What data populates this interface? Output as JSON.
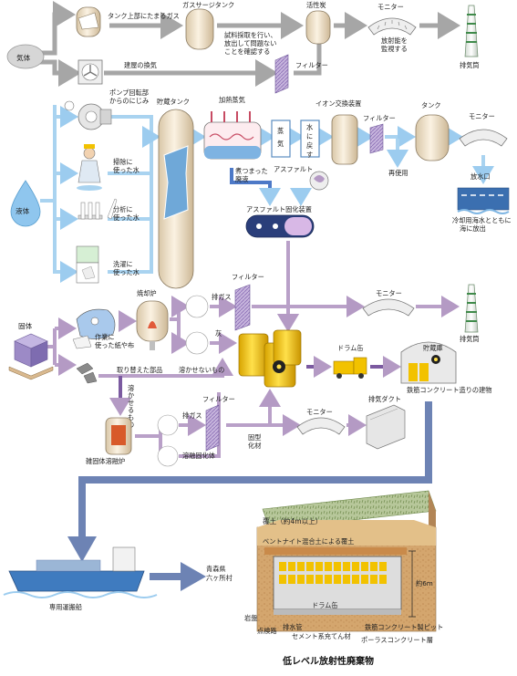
{
  "gas": {
    "source": "気体",
    "tank_gas": "タンク上部にたまるガス",
    "surge_tank": "ガスサージタンク",
    "sample_note": [
      "試料採取を行い、",
      "放出して問題ない",
      "ことを確認する"
    ],
    "charcoal": "活性炭",
    "monitor": "モニター",
    "monitor_note": [
      "放射能を",
      "監視する"
    ],
    "stack": "排気筒",
    "ventilation": "建屋の換気",
    "filter": "フィルター"
  },
  "liquid": {
    "source": "液体",
    "pump_leak": [
      "ポンプ回転部",
      "からのにじみ"
    ],
    "storage_tank": "貯蔵タンク",
    "cleaning_water": [
      "掃除に",
      "使った水"
    ],
    "analysis_water": [
      "分析に",
      "使った水"
    ],
    "laundry_water": [
      "洗濯に",
      "使った水"
    ],
    "heated_steam": "加熱蒸気",
    "steam": "蒸気",
    "back_to_water": "水に戻す",
    "ion_exchange": "イオン交換装置",
    "filter": "フィルター",
    "tank": "タンク",
    "monitor": "モニター",
    "reuse": "再使用",
    "outlet": "放水口",
    "seawater_note": [
      "冷却用海水とともに",
      "海に放出"
    ],
    "concentrate": [
      "煮つまった",
      "廃液"
    ],
    "asphalt": "アスファルト",
    "asphalt_unit": "アスファルト固化装置"
  },
  "solid": {
    "source": "固体",
    "incinerator": "焼却炉",
    "burn_items": [
      "作業に",
      "使った紙や布"
    ],
    "exhaust_gas": "排ガス",
    "ash": "灰",
    "filter": "フィルター",
    "monitor": "モニター",
    "stack": "排気筒",
    "drum": "ドラム缶",
    "storage": "貯蔵庫",
    "building": "鉄筋コンクリート造りの建物",
    "parts": "取り替えた部品",
    "non_melt": "溶かせないもの",
    "melt_label": [
      "溶",
      "か",
      "せ",
      "る",
      "も",
      "の"
    ],
    "melter": "雑固体溶融炉",
    "exhaust_gas2": "排ガス",
    "filter2": "フィルター",
    "monitor2": "モニター",
    "duct": "排気ダクト",
    "slag": "溶融固化体",
    "solidify": [
      "固型",
      "化材"
    ]
  },
  "transport": {
    "ship": "専用運搬船",
    "destination": [
      "青森県",
      "六ヶ所村"
    ]
  },
  "disposal": {
    "cover": "覆土（約4m以上）",
    "bentonite": "ベントナイト混合土による覆土",
    "depth": "約6m",
    "bedrock": "岩盤",
    "inspection": "点検路",
    "drain": "排水管",
    "drum": "ドラム缶",
    "mortar": "セメント系充てん材",
    "pit": "鉄筋コンクリート製ピット",
    "porous": "ポーラスコンクリート層",
    "title": "低レベル放射性廃棄物"
  },
  "colors": {
    "gas_flow": "#a6a6a6",
    "liquid_flow": "#a9d3f0",
    "solid_flow": "#b9a0c8",
    "transport_flow": "#6d83b4",
    "drum_yellow": "#f2c200",
    "tank_beige": "#f0e2cc"
  }
}
